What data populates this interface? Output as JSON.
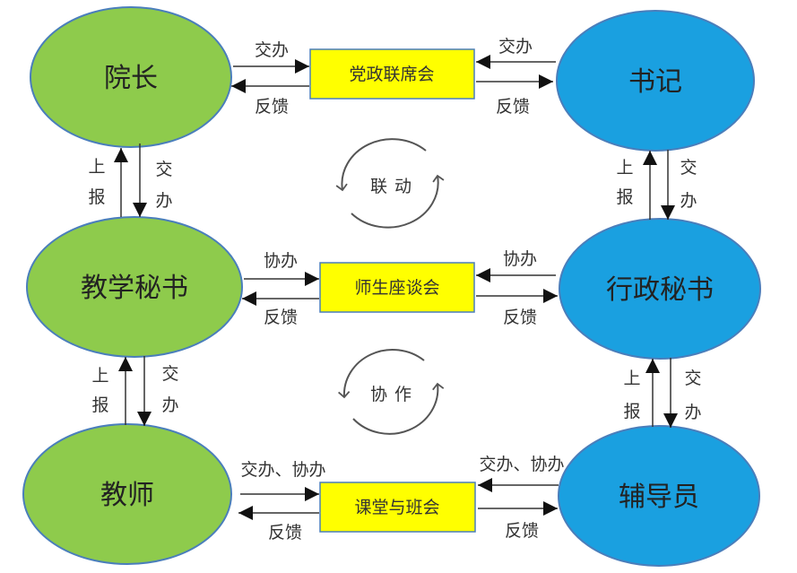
{
  "colors": {
    "green_node": "#8ECB4C",
    "blue_node": "#1AA0E0",
    "node_stroke": "#4A7EBB",
    "box_fill": "#FFFF00",
    "box_stroke": "#4A7EBB",
    "arrow": "#111111",
    "cycle": "#555555"
  },
  "nodes": {
    "dean": "院长",
    "secretary": "书记",
    "teaching_secretary": "教学秘书",
    "admin_secretary": "行政秘书",
    "teacher": "教师",
    "counselor": "辅导员"
  },
  "boxes": {
    "party_meeting": "党政联席会",
    "teacher_student_meeting": "师生座谈会",
    "class_meeting": "课堂与班会"
  },
  "labels": {
    "row1_left_top": "交办",
    "row1_left_bottom": "反馈",
    "row1_right_top": "交办",
    "row1_right_bottom": "反馈",
    "row2_left_top": "协办",
    "row2_left_bottom": "反馈",
    "row2_right_top": "协办",
    "row2_right_bottom": "反馈",
    "row3_left_top": "交办、协办",
    "row3_left_bottom": "反馈",
    "row3_right_top": "交办、协办",
    "row3_right_bottom": "反馈",
    "vertical_up_1": "上",
    "vertical_up_2": "报",
    "vertical_down_1": "交",
    "vertical_down_2": "办"
  },
  "cycles": {
    "top": "联动",
    "bottom": "协作"
  }
}
